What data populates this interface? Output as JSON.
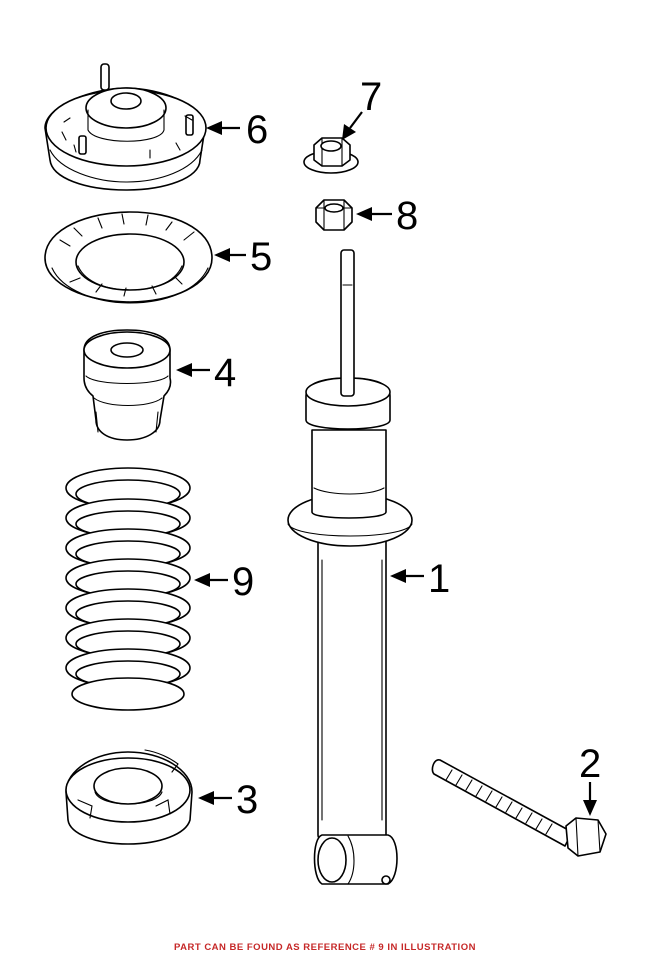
{
  "diagram": {
    "callouts": [
      {
        "id": "shock-absorber",
        "number": "1"
      },
      {
        "id": "bolt",
        "number": "2"
      },
      {
        "id": "lower-spring-seat",
        "number": "3"
      },
      {
        "id": "bump-stop",
        "number": "4"
      },
      {
        "id": "upper-spring-seat",
        "number": "5"
      },
      {
        "id": "upper-mount",
        "number": "6"
      },
      {
        "id": "flange-nut",
        "number": "7"
      },
      {
        "id": "hex-nut",
        "number": "8"
      },
      {
        "id": "coil-spring",
        "number": "9"
      }
    ]
  },
  "footer": {
    "note": "PART CAN BE FOUND AS REFERENCE # 9 IN ILLUSTRATION",
    "note_color": "#c62828"
  }
}
